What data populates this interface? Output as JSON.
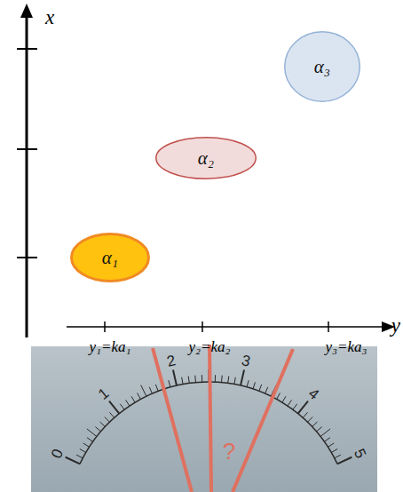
{
  "diagram": {
    "nodes": [
      {
        "text": [
          "α₁"
        ]
      },
      {
        "text": [
          "α₂"
        ]
      },
      {
        "text": [
          "α₃"
        ]
      }
    ],
    "labels": [
      "x",
      "y",
      "y₁=ka₁",
      "y₂=ka₂",
      "y₃=ka₃",
      "0",
      "1",
      "2",
      "3",
      "4",
      "5",
      "?"
    ]
  }
}
